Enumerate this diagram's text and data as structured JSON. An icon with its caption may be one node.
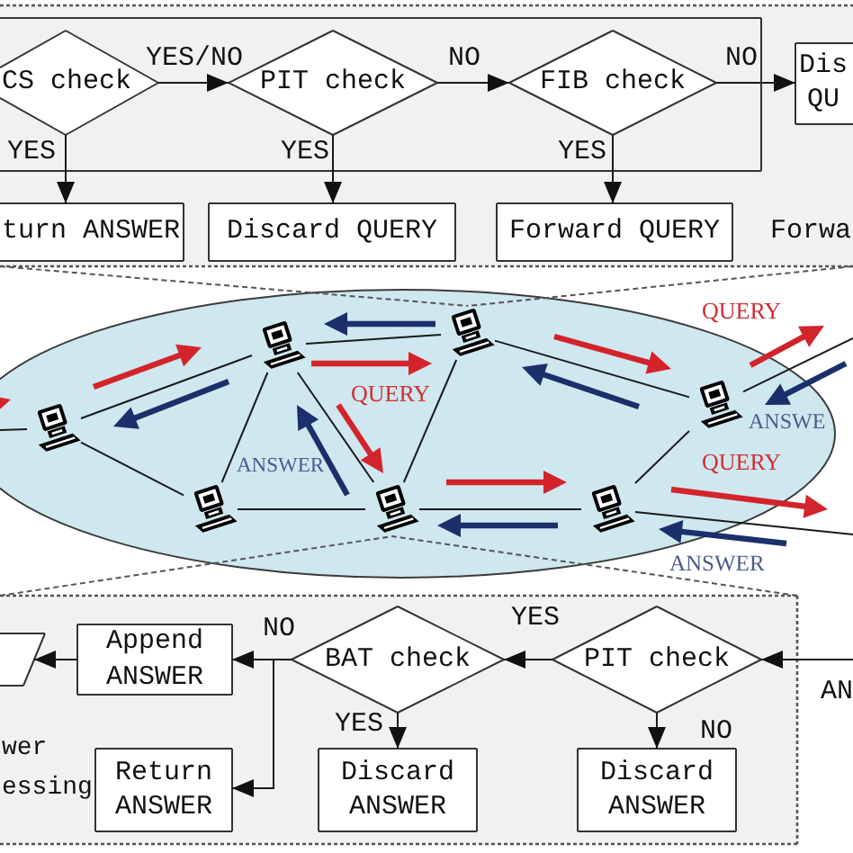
{
  "diagram": {
    "nodes": [
      {
        "text": [
          "Forwa"
        ]
      },
      {
        "text": [],
        "shape": "box",
        "in": 0
      },
      {
        "text": [
          "CS check"
        ],
        "in": 1
      },
      {
        "text": [
          "PIT check"
        ],
        "in": 1
      },
      {
        "text": [
          "FIB check"
        ],
        "in": 1
      },
      {
        "text": [
          "Dis QU"
        ],
        "in": 0
      },
      {
        "text": [
          "turn ANSWER"
        ],
        "in": 0
      },
      {
        "text": [
          "Discard QUERY"
        ],
        "in": 0
      },
      {
        "text": [
          "Forward QUERY"
        ],
        "in": 0
      },
      {
        "text": [],
        "shape": "ellipse"
      },
      {
        "text": [],
        "shape": "computer",
        "in": 9
      },
      {
        "text": [],
        "shape": "computer",
        "in": 9
      },
      {
        "text": [],
        "shape": "computer",
        "in": 9
      },
      {
        "text": [],
        "shape": "computer",
        "in": 9
      },
      {
        "text": [],
        "shape": "computer",
        "in": 9
      },
      {
        "text": [],
        "shape": "computer",
        "in": 9
      },
      {
        "text": [],
        "shape": "computer",
        "in": 9
      },
      {
        "text": [
          "wer essing"
        ]
      },
      {
        "text": [],
        "shape": "parallelogram",
        "in": 17
      },
      {
        "text": [
          "Append ANSWER"
        ],
        "in": 17
      },
      {
        "text": [
          "BAT check"
        ],
        "in": 17
      },
      {
        "text": [
          "PIT check"
        ],
        "in": 17
      },
      {
        "text": [
          "Return ANSWER"
        ],
        "in": 17
      },
      {
        "text": [
          "Discard ANSWER"
        ],
        "in": 17
      },
      {
        "text": [
          "Discard ANSWER"
        ],
        "in": 17
      }
    ],
    "edges": [
      {
        "from": 2,
        "to": 3,
        "arrow": "to",
        "label": "YES/NO"
      },
      {
        "from": 3,
        "to": 4,
        "arrow": "to",
        "label": "NO"
      },
      {
        "from": 4,
        "to": 5,
        "arrow": "to",
        "label": "NO"
      },
      {
        "from": 2,
        "to": 6,
        "arrow": "to",
        "label": "YES"
      },
      {
        "from": 3,
        "to": 7,
        "arrow": "to",
        "label": "YES"
      },
      {
        "from": 4,
        "to": 8,
        "arrow": "to",
        "label": "YES"
      },
      {
        "from": 0,
        "to": 14,
        "arrow": "none",
        "style": "dashed"
      },
      {
        "from": 0,
        "to": 14,
        "arrow": "none",
        "style": "dashed"
      },
      {
        "from": null,
        "to": 10,
        "arrow": "none"
      },
      {
        "from": 10,
        "to": 12,
        "arrow": "none"
      },
      {
        "from": 10,
        "to": 11,
        "arrow": "none"
      },
      {
        "from": 12,
        "to": 14,
        "arrow": "none"
      },
      {
        "from": 12,
        "to": 11,
        "arrow": "none"
      },
      {
        "from": 12,
        "to": 13,
        "arrow": "none"
      },
      {
        "from": 14,
        "to": 13,
        "arrow": "none"
      },
      {
        "from": 14,
        "to": 16,
        "arrow": "none"
      },
      {
        "from": 11,
        "to": 13,
        "arrow": "none"
      },
      {
        "from": 13,
        "to": 15,
        "arrow": "none"
      },
      {
        "from": 15,
        "to": 16,
        "arrow": "none"
      },
      {
        "from": 16,
        "to": null,
        "arrow": "none"
      },
      {
        "from": 15,
        "to": null,
        "arrow": "none"
      },
      {
        "from": 17,
        "to": 13,
        "arrow": "none",
        "style": "dashed"
      },
      {
        "from": 17,
        "to": 13,
        "arrow": "none",
        "style": "dashed"
      },
      {
        "from": null,
        "to": 21,
        "arrow": "to",
        "label": "AN"
      },
      {
        "from": 21,
        "to": 20,
        "arrow": "to",
        "label": "YES"
      },
      {
        "from": 21,
        "to": 24,
        "arrow": "to",
        "label": "NO"
      },
      {
        "from": 20,
        "to": 19,
        "arrow": "to",
        "label": "NO"
      },
      {
        "from": 20,
        "to": 22,
        "arrow": "to"
      },
      {
        "from": 20,
        "to": 23,
        "arrow": "to",
        "label": "YES"
      },
      {
        "from": 19,
        "to": 18,
        "arrow": "to"
      }
    ],
    "labels": [
      "QUERY",
      "QUERY",
      "ANSWE",
      "ANSWER",
      "QUERY",
      "ANSWER"
    ]
  }
}
